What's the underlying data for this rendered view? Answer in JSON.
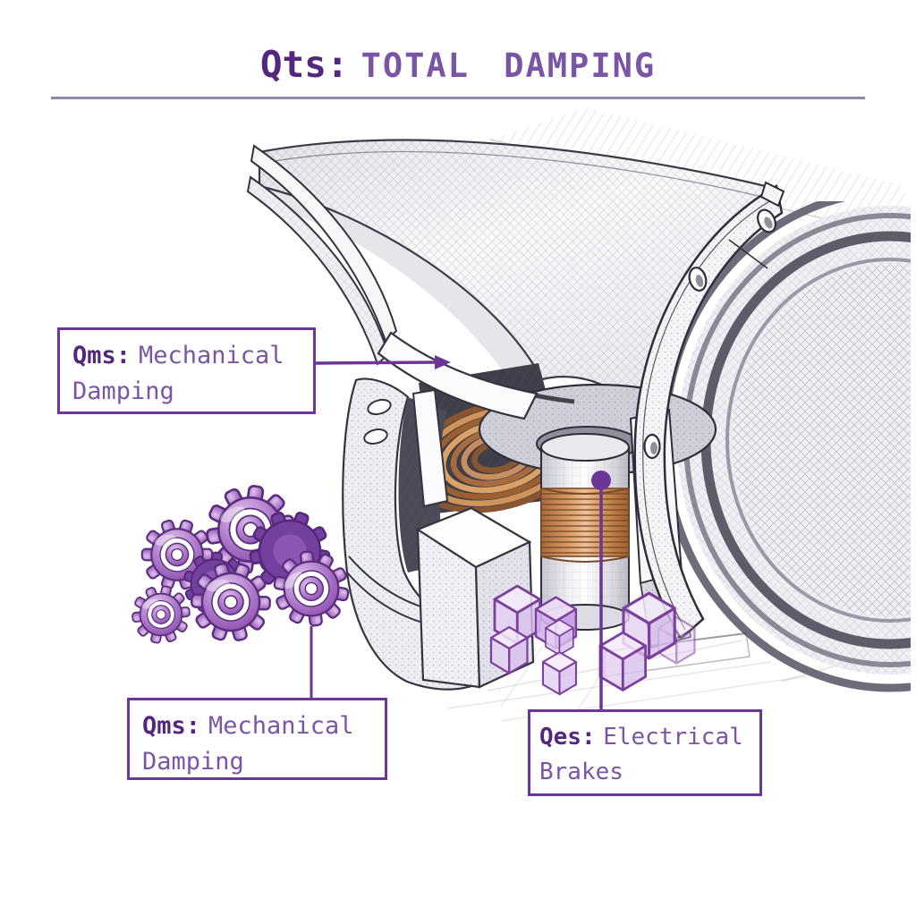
{
  "title": {
    "prefix": "Qts:",
    "label": "TOTAL DAMPING"
  },
  "callouts": {
    "qms_top": {
      "prefix": "Qms:",
      "rest": "Mechanical",
      "line2": "Damping"
    },
    "qms_bottom": {
      "prefix": "Qms:",
      "rest": "Mechanical",
      "line2": "Damping"
    },
    "qes": {
      "prefix": "Qes:",
      "rest": "Electrical",
      "line2": "Brakes"
    }
  },
  "icons": {
    "gear_cluster": "gears",
    "cube_cluster": "cubes"
  },
  "colors": {
    "accent_purple": "#6d3596",
    "label_prefix_purple": "#53277f",
    "label_text_purple": "#7b55a5",
    "title_rule_gray": "#9189ac",
    "gear_purple": "#9a5fc0",
    "copper_coil": "#c98e5f",
    "cube_fill_lavender": "#e9d7f6",
    "cube_edge_purple": "#7d3f9d",
    "sketch_ink": "#34343f"
  }
}
